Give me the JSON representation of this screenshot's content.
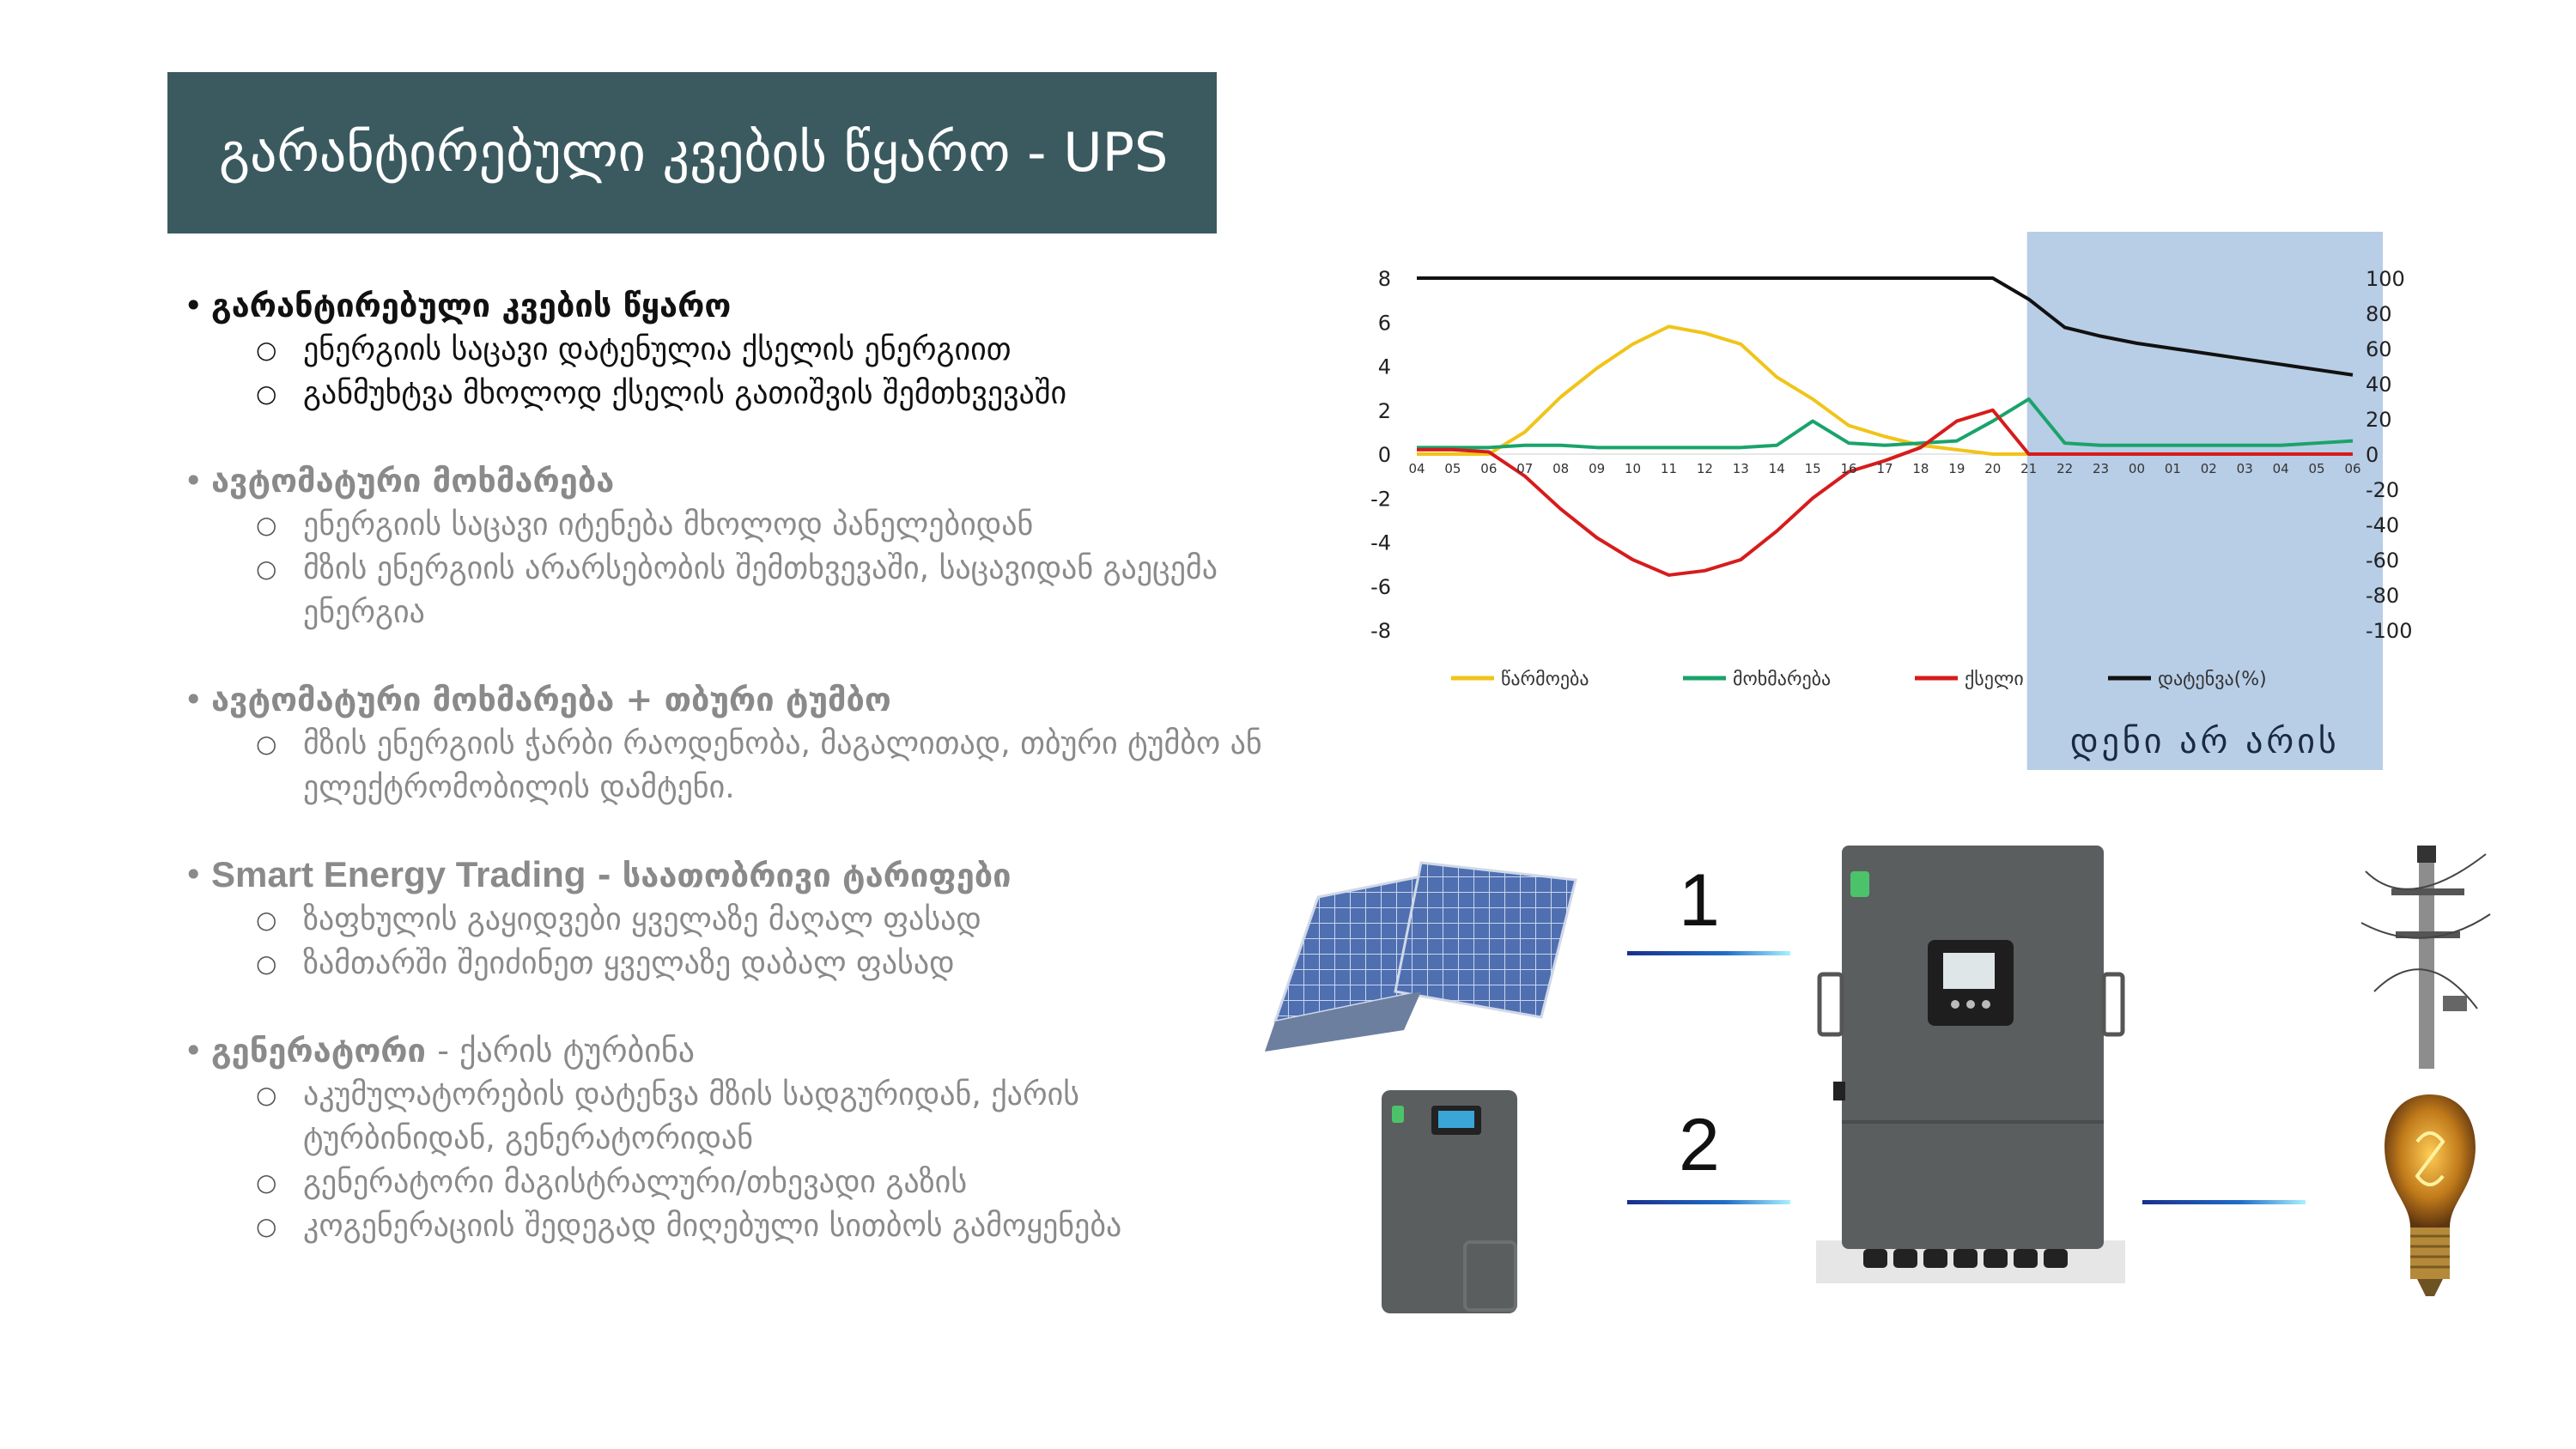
{
  "slide": {
    "title": "გარანტირებული კვების წყარო - UPS"
  },
  "sections": [
    {
      "heading": "გარანტირებული კვების წყარო",
      "items": [
        "ენერგიის საცავი დატენულია ქსელის ენერგიით",
        "განმუხტვა მხოლოდ ქსელის გათიშვის შემთხვევაში"
      ]
    },
    {
      "heading": "ავტომატური მოხმარება",
      "items": [
        "ენერგიის საცავი იტენება მხოლოდ პანელებიდან",
        "მზის ენერგიის არარსებობის შემთხვევაში, საცავიდან გაეცემა ენერგია"
      ]
    },
    {
      "heading": "ავტომატური მოხმარება + თბური ტუმბო",
      "items": [
        "მზის ენერგიის ჭარბი რაოდენობა, მაგალითად, თბური ტუმბო ან ელექტრომობილის დამტენი."
      ]
    },
    {
      "heading_bold": "Smart Energy Trading",
      "heading_rest": "- საათობრივი ტარიფები",
      "items": [
        "ზაფხულის გაყიდვები ყველაზე მაღალ ფასად",
        "ზამთარში შეიძინეთ ყველაზე დაბალ ფასად"
      ]
    },
    {
      "heading_bold": "გენერატორი",
      "heading_rest": "- ქარის ტურბინა",
      "items": [
        "აკუმულატორების დატენვა მზის სადგურიდან, ქარის ტურბინიდან, გენერატორიდან",
        "გენერატორი მაგისტრალური/თხევადი გაზის",
        "კოგენერაციის შედეგად მიღებული სითბოს გამოყენება"
      ]
    }
  ],
  "diagram": {
    "label_1": "1",
    "label_2": "2"
  },
  "chart_data": {
    "type": "line",
    "x": [
      "04",
      "05",
      "06",
      "07",
      "08",
      "09",
      "10",
      "11",
      "12",
      "13",
      "14",
      "15",
      "16",
      "17",
      "18",
      "19",
      "20",
      "21",
      "22",
      "23",
      "00",
      "01",
      "02",
      "03",
      "04",
      "05",
      "06"
    ],
    "y_left_ticks": [
      8,
      6,
      4,
      2,
      0,
      -2,
      -4,
      -6,
      -8
    ],
    "y_right_ticks": [
      100,
      80,
      60,
      40,
      20,
      0,
      -20,
      -40,
      -60,
      -80,
      -100
    ],
    "ylim_left": [
      -8,
      8
    ],
    "ylim_right": [
      -100,
      100
    ],
    "highlight_label": "დენი არ არის",
    "highlight_from": "21",
    "series": [
      {
        "name": "წარმოება",
        "color": "#f0c419",
        "axis": "left",
        "values": [
          0,
          0,
          0,
          1.0,
          2.6,
          3.9,
          5.0,
          5.8,
          5.5,
          5.0,
          3.5,
          2.5,
          1.3,
          0.8,
          0.4,
          0.2,
          0,
          0,
          0,
          0,
          0,
          0,
          0,
          0,
          0,
          0,
          0
        ]
      },
      {
        "name": "მოხმარება",
        "color": "#1aa36b",
        "axis": "left",
        "values": [
          0.3,
          0.3,
          0.3,
          0.4,
          0.4,
          0.3,
          0.3,
          0.3,
          0.3,
          0.3,
          0.4,
          1.5,
          0.5,
          0.4,
          0.5,
          0.6,
          1.5,
          2.5,
          0.5,
          0.4,
          0.4,
          0.4,
          0.4,
          0.4,
          0.4,
          0.5,
          0.6
        ]
      },
      {
        "name": "ქსელი",
        "color": "#d61c1c",
        "axis": "left",
        "values": [
          0.2,
          0.2,
          0.1,
          -1.0,
          -2.5,
          -3.8,
          -4.8,
          -5.5,
          -5.3,
          -4.8,
          -3.5,
          -2.0,
          -0.8,
          -0.3,
          0.3,
          1.5,
          2.0,
          0,
          0,
          0,
          0,
          0,
          0,
          0,
          0,
          0,
          0
        ]
      },
      {
        "name": "დატენვა(%)",
        "color": "#111111",
        "axis": "right",
        "values": [
          100,
          100,
          100,
          100,
          100,
          100,
          100,
          100,
          100,
          100,
          100,
          100,
          100,
          100,
          100,
          100,
          100,
          88,
          72,
          67,
          63,
          60,
          57,
          54,
          51,
          48,
          45
        ]
      }
    ],
    "legend_position": "bottom"
  },
  "colors": {
    "title_bar": "#3a5a60",
    "highlight": "#b8cde6"
  }
}
